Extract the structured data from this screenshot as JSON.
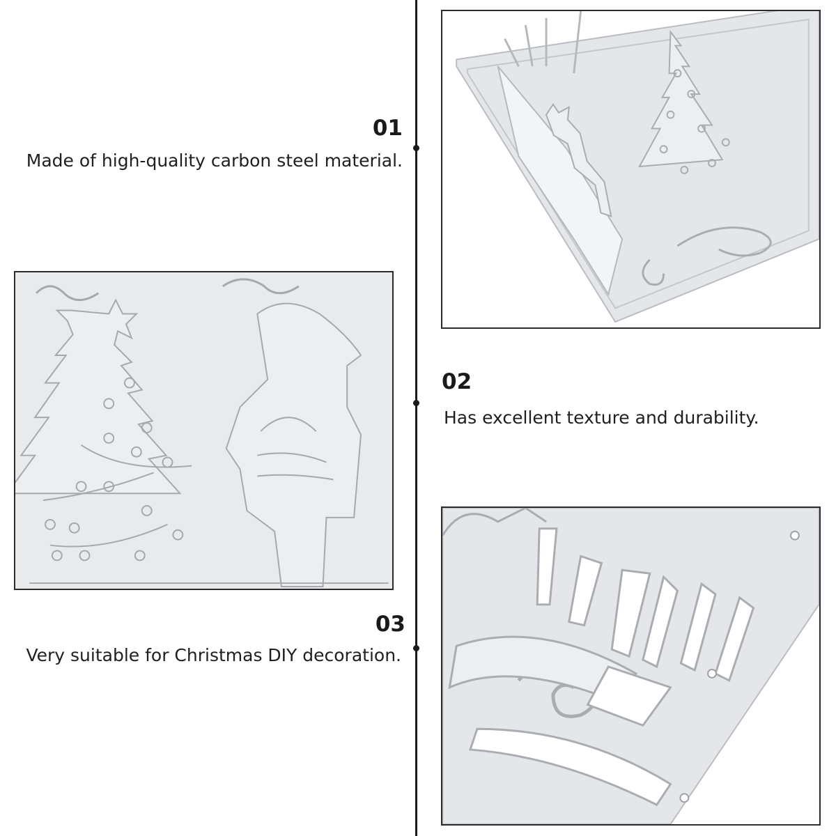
{
  "features": [
    {
      "number": "01",
      "text": "Made of high-quality carbon steel material."
    },
    {
      "number": "02",
      "text": "Has excellent texture and durability."
    },
    {
      "number": "03",
      "text": "Very suitable for Christmas DIY decoration."
    }
  ],
  "images": {
    "top_right": "die-cut-corner-reindeer-tree",
    "middle_left": "die-cut-closeup-tree-santa",
    "bottom_right": "die-cut-closeup-sleigh-swirl"
  },
  "colors": {
    "timeline": "#1a1a1a",
    "metal": "#e6e8ea",
    "metal_edge": "#b9bdc2"
  }
}
